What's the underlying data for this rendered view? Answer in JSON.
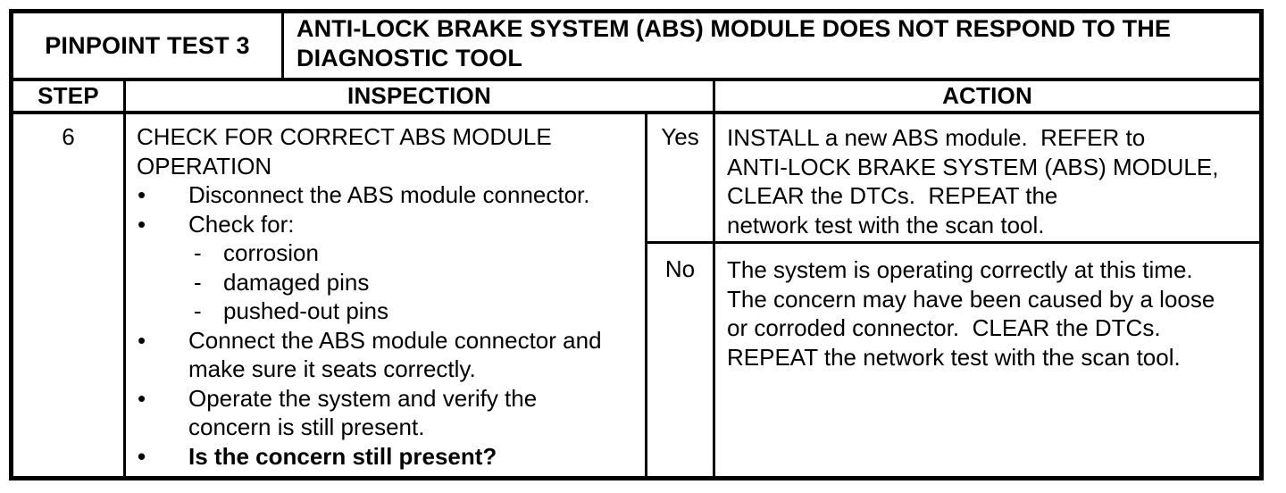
{
  "colors": {
    "ink": "#000000",
    "paper": "#ffffff"
  },
  "table": {
    "pinpoint_label": "PINPOINT TEST 3",
    "title": "ANTI-LOCK BRAKE SYSTEM (ABS) MODULE DOES NOT RESPOND TO THE DIAGNOSTIC TOOL",
    "headers": {
      "step": "STEP",
      "inspection": "INSPECTION",
      "action": "ACTION"
    },
    "row": {
      "step": "6",
      "inspection": {
        "heading": "CHECK FOR CORRECT ABS MODULE\nOPERATION",
        "items": [
          {
            "marker": "•",
            "text": "Disconnect the ABS module connector."
          },
          {
            "marker": "•",
            "text": "Check for:"
          },
          {
            "marker": "-",
            "text": "corrosion"
          },
          {
            "marker": "-",
            "text": "damaged pins"
          },
          {
            "marker": "-",
            "text": "pushed-out pins"
          },
          {
            "marker": "•",
            "text": "Connect the ABS module connector and\nmake sure it seats correctly."
          },
          {
            "marker": "•",
            "text": "Operate the system and verify the\nconcern is still present."
          },
          {
            "marker": "•",
            "text": "Is the concern still present?"
          }
        ]
      },
      "outcomes": [
        {
          "label": "Yes",
          "action": "INSTALL a new ABS module.  REFER to\nANTI-LOCK BRAKE SYSTEM (ABS) MODULE,\nCLEAR the DTCs.  REPEAT the\nnetwork test with the scan tool."
        },
        {
          "label": "No",
          "action": "The system is operating correctly at this time.\nThe concern may have been caused by a loose\nor corroded connector.  CLEAR the DTCs.\nREPEAT the network test with the scan tool."
        }
      ]
    }
  }
}
